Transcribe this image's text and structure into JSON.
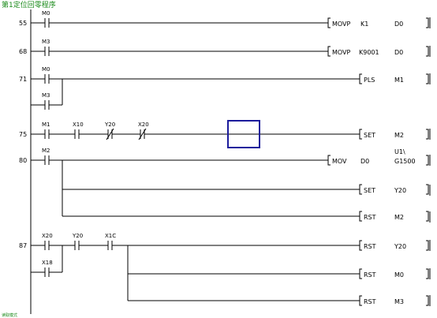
{
  "program": {
    "title": "第1定位回零程序",
    "footer": "读取模式",
    "colors": {
      "comment": "#1a8a1a",
      "cursor": "#1c1c9c",
      "wire": "#000000"
    }
  },
  "rungs": [
    {
      "step": "55",
      "contacts": [
        {
          "label": "M0",
          "type": "NO"
        }
      ],
      "parallel": [],
      "outputs": [
        {
          "instruction": "MOVP",
          "operands": [
            "K1",
            "D0"
          ]
        }
      ]
    },
    {
      "step": "68",
      "contacts": [
        {
          "label": "M3",
          "type": "NO"
        }
      ],
      "parallel": [],
      "outputs": [
        {
          "instruction": "MOVP",
          "operands": [
            "K9001",
            "D0"
          ]
        }
      ]
    },
    {
      "step": "71",
      "contacts": [
        {
          "label": "M0",
          "type": "NO"
        }
      ],
      "parallel": [
        {
          "label": "M3",
          "type": "NO"
        }
      ],
      "outputs": [
        {
          "instruction": "PLS",
          "operands": [
            "M1"
          ]
        }
      ]
    },
    {
      "step": "75",
      "contacts": [
        {
          "label": "M1",
          "type": "NO"
        },
        {
          "label": "X10",
          "type": "NO"
        },
        {
          "label": "Y20",
          "type": "NC"
        },
        {
          "label": "X20",
          "type": "NC"
        }
      ],
      "parallel": [],
      "outputs": [
        {
          "instruction": "SET",
          "operands": [
            "M2"
          ]
        }
      ]
    },
    {
      "step": "80",
      "contacts": [
        {
          "label": "M2",
          "type": "NO"
        }
      ],
      "parallel": [],
      "outputs": [
        {
          "instruction": "MOV",
          "operands": [
            "D0",
            "U1\\",
            "G1500"
          ]
        },
        {
          "instruction": "SET",
          "operands": [
            "Y20"
          ]
        },
        {
          "instruction": "RST",
          "operands": [
            "M2"
          ]
        }
      ]
    },
    {
      "step": "87",
      "contacts": [
        {
          "label": "X20",
          "type": "NO"
        },
        {
          "label": "Y20",
          "type": "NO"
        },
        {
          "label": "X1C",
          "type": "NO"
        }
      ],
      "parallel": [
        {
          "label": "X18",
          "type": "NO"
        }
      ],
      "outputs": [
        {
          "instruction": "RST",
          "operands": [
            "Y20"
          ]
        },
        {
          "instruction": "RST",
          "operands": [
            "M0"
          ]
        },
        {
          "instruction": "RST",
          "operands": [
            "M3"
          ]
        }
      ]
    }
  ]
}
